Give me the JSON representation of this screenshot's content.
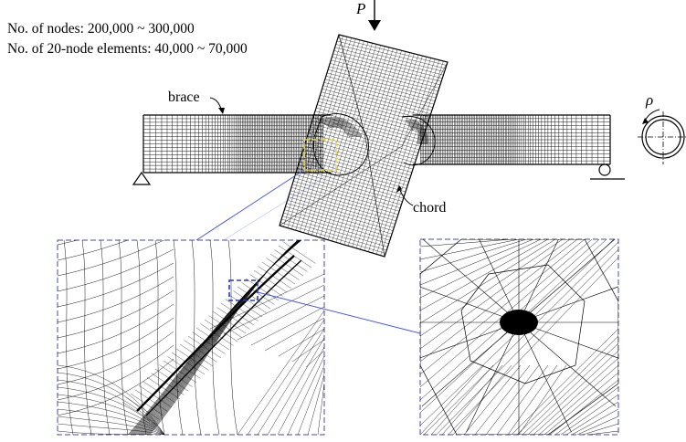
{
  "info": {
    "nodes_line": "No. of nodes: 200,000 ~ 300,000",
    "elements_line": "No. of 20-node elements: 40,000 ~ 70,000"
  },
  "labels": {
    "load": "P",
    "brace": "brace",
    "chord": "chord",
    "angle": "ρ"
  },
  "colors": {
    "mesh": "#000000",
    "zoom_box_1": "#e8d84a",
    "zoom_box_2": "#2a3bb5",
    "leader": "#4a5ad0",
    "detail_frame": "#4a4aa0"
  }
}
